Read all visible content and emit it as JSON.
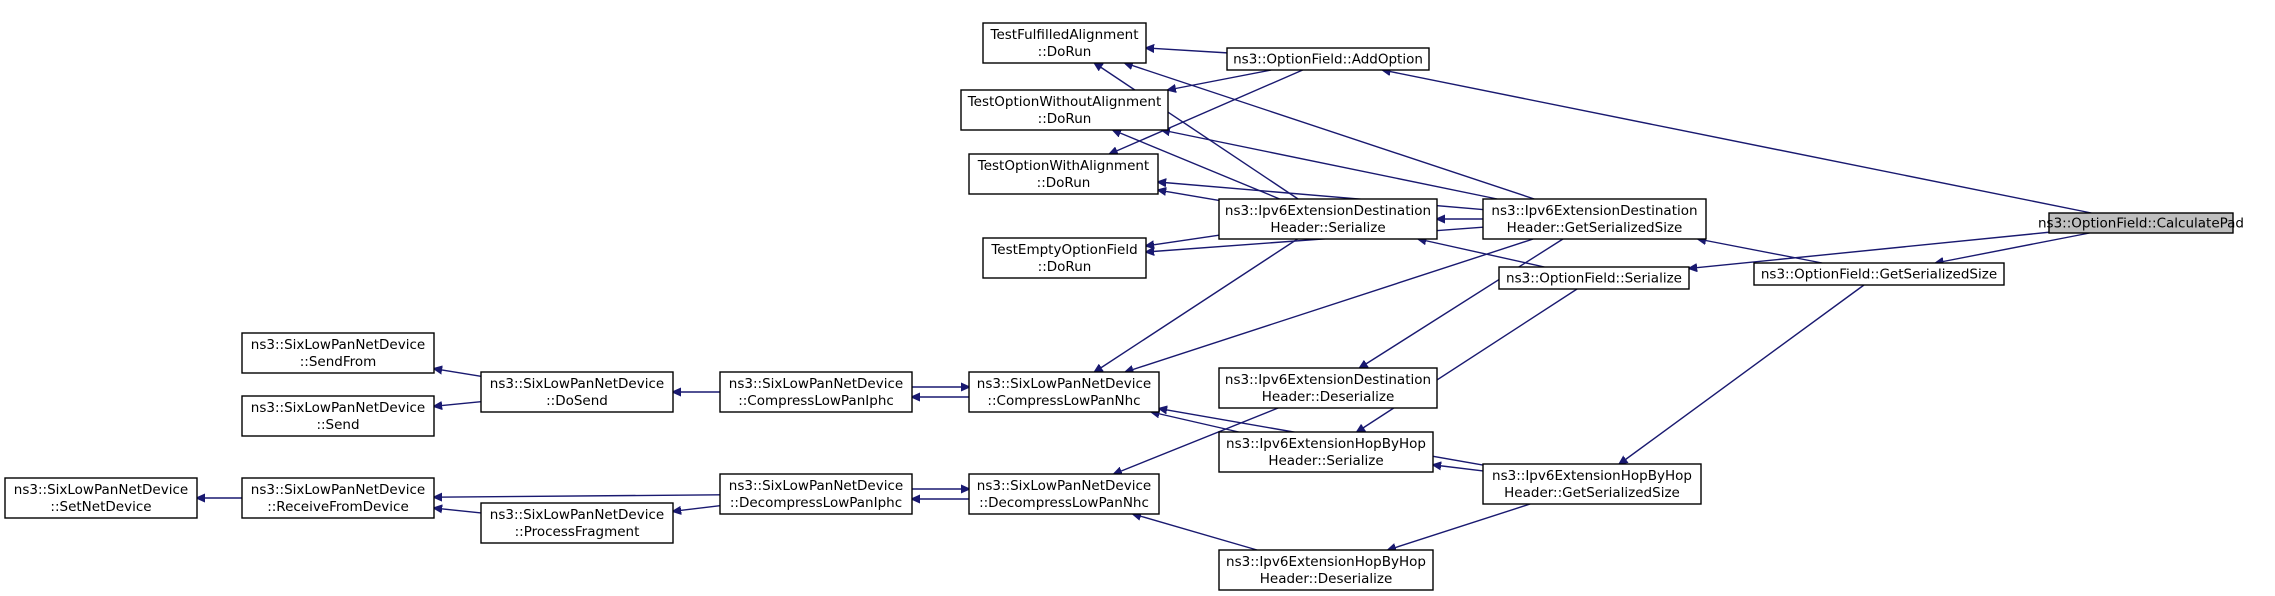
{
  "diagram": {
    "type": "call-graph",
    "colors": {
      "edge": "#191970",
      "node_border": "#000000",
      "root_fill": "#bfbfbf",
      "node_fill": "#ffffff"
    },
    "nodes": [
      {
        "id": "calcpad",
        "lines": [
          "ns3::OptionField::CalculatePad"
        ],
        "root": true
      },
      {
        "id": "addoption",
        "lines": [
          "ns3::OptionField::AddOption"
        ]
      },
      {
        "id": "getser",
        "lines": [
          "ns3::OptionField::GetSerializedSize"
        ]
      },
      {
        "id": "optser",
        "lines": [
          "ns3::OptionField::Serialize"
        ]
      },
      {
        "id": "dest_getsize",
        "lines": [
          "ns3::Ipv6ExtensionDestination",
          "Header::GetSerializedSize"
        ]
      },
      {
        "id": "hbh_getsize",
        "lines": [
          "ns3::Ipv6ExtensionHopByHop",
          "Header::GetSerializedSize"
        ]
      },
      {
        "id": "dest_ser",
        "lines": [
          "ns3::Ipv6ExtensionDestination",
          "Header::Serialize"
        ]
      },
      {
        "id": "dest_deser",
        "lines": [
          "ns3::Ipv6ExtensionDestination",
          "Header::Deserialize"
        ]
      },
      {
        "id": "hbh_ser",
        "lines": [
          "ns3::Ipv6ExtensionHopByHop",
          "Header::Serialize"
        ]
      },
      {
        "id": "hbh_deser",
        "lines": [
          "ns3::Ipv6ExtensionHopByHop",
          "Header::Deserialize"
        ]
      },
      {
        "id": "t_fulfilled",
        "lines": [
          "TestFulfilledAlignment",
          "::DoRun"
        ]
      },
      {
        "id": "t_without",
        "lines": [
          "TestOptionWithoutAlignment",
          "::DoRun"
        ]
      },
      {
        "id": "t_with",
        "lines": [
          "TestOptionWithAlignment",
          "::DoRun"
        ]
      },
      {
        "id": "t_empty",
        "lines": [
          "TestEmptyOptionField",
          "::DoRun"
        ]
      },
      {
        "id": "comp_nhc",
        "lines": [
          "ns3::SixLowPanNetDevice",
          "::CompressLowPanNhc"
        ]
      },
      {
        "id": "decomp_nhc",
        "lines": [
          "ns3::SixLowPanNetDevice",
          "::DecompressLowPanNhc"
        ]
      },
      {
        "id": "comp_iphc",
        "lines": [
          "ns3::SixLowPanNetDevice",
          "::CompressLowPanIphc"
        ]
      },
      {
        "id": "decomp_iphc",
        "lines": [
          "ns3::SixLowPanNetDevice",
          "::DecompressLowPanIphc"
        ]
      },
      {
        "id": "dosend",
        "lines": [
          "ns3::SixLowPanNetDevice",
          "::DoSend"
        ]
      },
      {
        "id": "procfrag",
        "lines": [
          "ns3::SixLowPanNetDevice",
          "::ProcessFragment"
        ]
      },
      {
        "id": "sendfrom",
        "lines": [
          "ns3::SixLowPanNetDevice",
          "::SendFrom"
        ]
      },
      {
        "id": "send",
        "lines": [
          "ns3::SixLowPanNetDevice",
          "::Send"
        ]
      },
      {
        "id": "recvfrom",
        "lines": [
          "ns3::SixLowPanNetDevice",
          "::ReceiveFromDevice"
        ]
      },
      {
        "id": "setnetdev",
        "lines": [
          "ns3::SixLowPanNetDevice",
          "::SetNetDevice"
        ]
      }
    ],
    "edges": [
      {
        "from": "calcpad",
        "to": "addoption"
      },
      {
        "from": "calcpad",
        "to": "getser"
      },
      {
        "from": "calcpad",
        "to": "optser"
      },
      {
        "from": "addoption",
        "to": "t_fulfilled"
      },
      {
        "from": "addoption",
        "to": "t_without"
      },
      {
        "from": "addoption",
        "to": "t_with"
      },
      {
        "from": "getser",
        "to": "dest_getsize"
      },
      {
        "from": "getser",
        "to": "hbh_getsize"
      },
      {
        "from": "optser",
        "to": "dest_ser"
      },
      {
        "from": "optser",
        "to": "hbh_ser"
      },
      {
        "from": "dest_getsize",
        "to": "t_fulfilled"
      },
      {
        "from": "dest_getsize",
        "to": "t_without"
      },
      {
        "from": "dest_getsize",
        "to": "t_with"
      },
      {
        "from": "dest_getsize",
        "to": "t_empty"
      },
      {
        "from": "dest_getsize",
        "to": "dest_ser"
      },
      {
        "from": "dest_getsize",
        "to": "comp_nhc"
      },
      {
        "from": "dest_getsize",
        "to": "dest_deser"
      },
      {
        "from": "dest_ser",
        "to": "t_fulfilled"
      },
      {
        "from": "dest_ser",
        "to": "t_without"
      },
      {
        "from": "dest_ser",
        "to": "t_with"
      },
      {
        "from": "dest_ser",
        "to": "t_empty"
      },
      {
        "from": "dest_ser",
        "to": "comp_nhc"
      },
      {
        "from": "hbh_getsize",
        "to": "hbh_ser"
      },
      {
        "from": "hbh_getsize",
        "to": "comp_nhc"
      },
      {
        "from": "hbh_getsize",
        "to": "hbh_deser"
      },
      {
        "from": "hbh_ser",
        "to": "comp_nhc"
      },
      {
        "from": "dest_deser",
        "to": "decomp_nhc"
      },
      {
        "from": "hbh_deser",
        "to": "decomp_nhc"
      },
      {
        "from": "comp_nhc",
        "to": "comp_iphc"
      },
      {
        "from": "comp_iphc",
        "to": "comp_nhc"
      },
      {
        "from": "decomp_nhc",
        "to": "decomp_iphc"
      },
      {
        "from": "decomp_iphc",
        "to": "decomp_nhc"
      },
      {
        "from": "comp_iphc",
        "to": "dosend"
      },
      {
        "from": "dosend",
        "to": "sendfrom"
      },
      {
        "from": "dosend",
        "to": "send"
      },
      {
        "from": "decomp_iphc",
        "to": "recvfrom"
      },
      {
        "from": "decomp_iphc",
        "to": "procfrag"
      },
      {
        "from": "procfrag",
        "to": "recvfrom"
      },
      {
        "from": "recvfrom",
        "to": "setnetdev"
      }
    ]
  }
}
